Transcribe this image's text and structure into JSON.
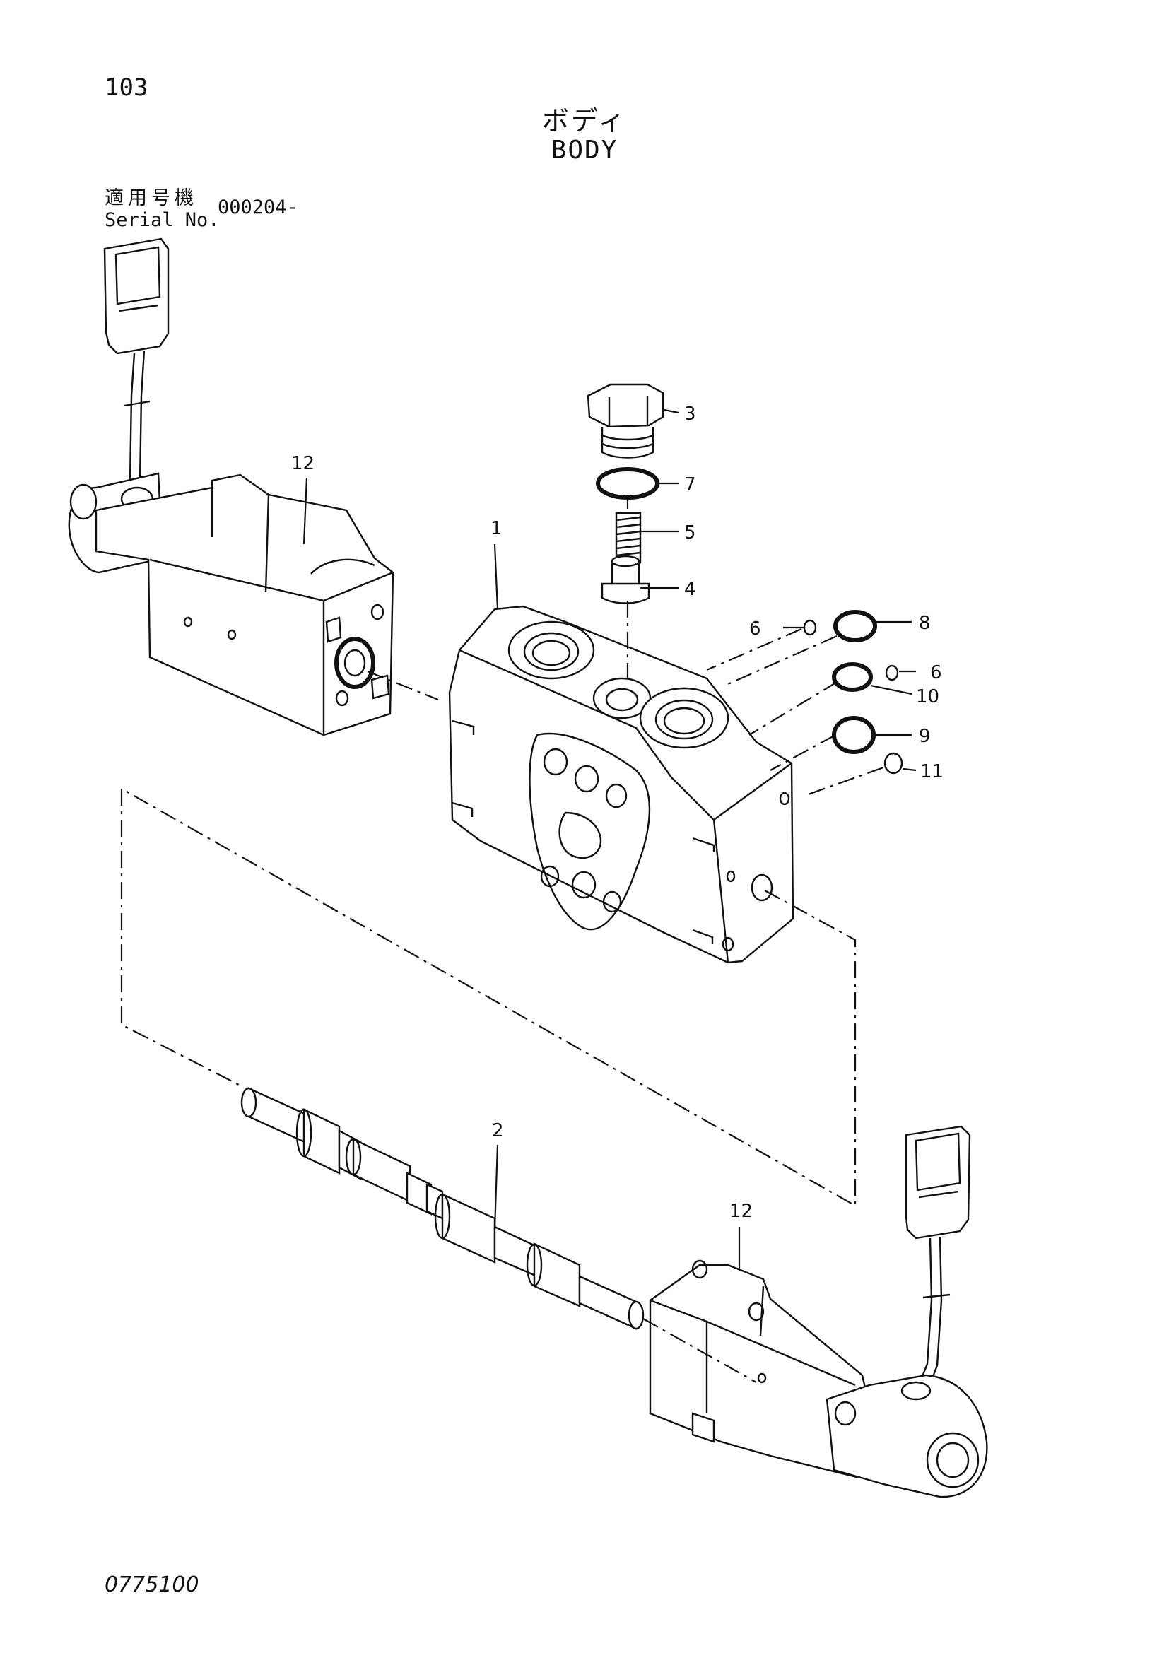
{
  "page": {
    "number": "103",
    "title_jp": "ボディ",
    "title_en": "BODY",
    "serial_label_jp": "適用号機",
    "serial_label_en": "Serial No.",
    "serial_value": "000204-",
    "drawing_code": "0775100"
  },
  "callouts": {
    "c1": "1",
    "c2": "2",
    "c3": "3",
    "c4": "4",
    "c5": "5",
    "c6a": "6",
    "c6b": "6",
    "c7": "7",
    "c8": "8",
    "c9": "9",
    "c10": "10",
    "c11": "11",
    "c12a": "12",
    "c12b": "12"
  }
}
